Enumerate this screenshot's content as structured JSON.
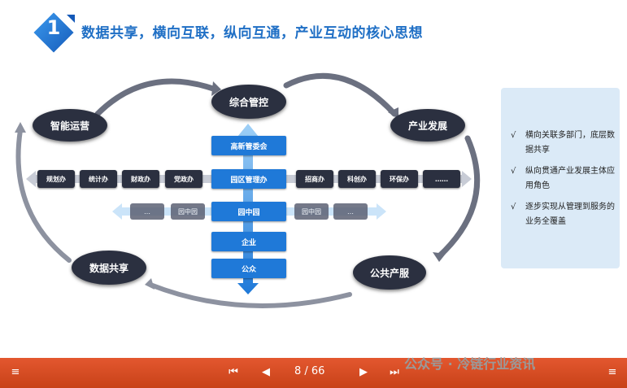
{
  "slide": {
    "badge_number": "1",
    "title": "数据共享，横向互联，纵向互通，产业互动的核心思想"
  },
  "diagram": {
    "nodes": {
      "top": "综合管控",
      "top_left": "智能运营",
      "top_right": "产业发展",
      "bottom_left": "数据共享",
      "bottom_right": "公共产服"
    },
    "vertical_boxes": [
      "高新管委会",
      "园区管理办",
      "园中园",
      "企业",
      "公众"
    ],
    "row1_left": [
      "规划办",
      "统计办",
      "财政办",
      "党政办"
    ],
    "row1_right": [
      "招商办",
      "科创办",
      "环保办",
      "……"
    ],
    "row2_left": [
      "…",
      "园中园"
    ],
    "row2_right": [
      "园中园",
      "…"
    ]
  },
  "side_panel": {
    "check_mark": "√",
    "items": [
      "横向关联多部门，底层数据共享",
      "纵向贯通产业发展主体应用角色",
      "逐步实现从管理到服务的业务全覆盖"
    ]
  },
  "toolbar": {
    "menu_left_icon": "≡",
    "first_icon": "⏮",
    "prev_icon": "◀",
    "page_indicator": "8 / 66",
    "next_icon": "▶",
    "last_icon": "⏭",
    "menu_right_icon": "≡"
  },
  "watermark": "公众号 · 冷链行业资讯",
  "colors": {
    "accent_blue": "#1f79d8",
    "title_blue": "#1f6fc5",
    "dark_node": "#2b3040",
    "toolbar_orange": "#d84b22",
    "panel_bg": "#dbeaf7"
  }
}
